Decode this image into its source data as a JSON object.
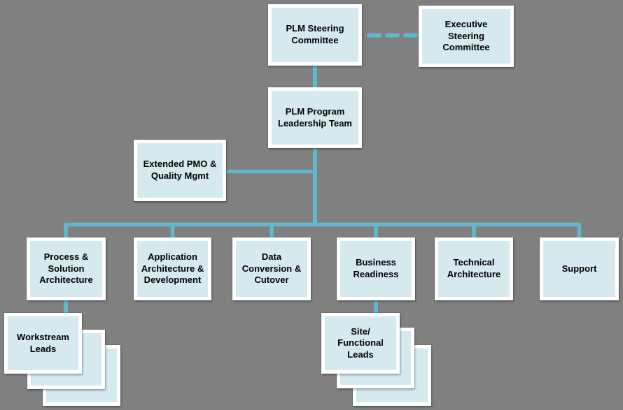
{
  "title": "PLM Program Organization Chart",
  "style": {
    "background": "#808080",
    "box_fill": "#d6e9ef",
    "box_border": "#ffffff",
    "line_color": "#5fb8cd",
    "text_color": "#000000"
  },
  "nodes": {
    "plm_steering": {
      "label": "PLM Steering Committee"
    },
    "executive_steering": {
      "label": "Executive Steering Committee"
    },
    "plm_program": {
      "label": "PLM Program Leadership Team"
    },
    "extended_pmo": {
      "label": "Extended PMO & Quality Mgmt"
    },
    "process_solution": {
      "label": "Process & Solution Architecture"
    },
    "application_arch": {
      "label": "Application Architecture & Development"
    },
    "data_conversion": {
      "label": "Data Conversion & Cutover"
    },
    "business_readiness": {
      "label": "Business Readiness"
    },
    "technical_arch": {
      "label": "Technical Architecture"
    },
    "support": {
      "label": "Support"
    },
    "workstream_leads": {
      "label": "Workstream Leads"
    },
    "site_functional_leads": {
      "label": "Site/ Functional Leads"
    }
  },
  "connections": {
    "dashed_link": "PLM Steering Committee to Executive Steering Committee (dashed)",
    "solid_links": "hierarchical solid teal connectors"
  }
}
